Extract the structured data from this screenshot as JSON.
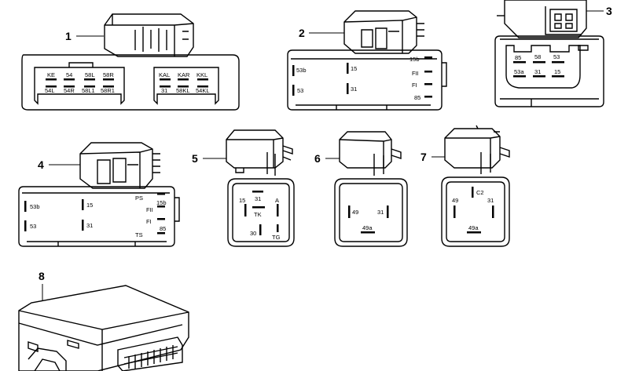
{
  "parts": [
    {
      "number": "1",
      "pins_left": [
        "KE",
        "54",
        "58L",
        "58R",
        "54L",
        "54R",
        "58L1",
        "58R1"
      ],
      "pins_right": [
        "KAL",
        "KAR",
        "KKL",
        "31",
        "58KL",
        "54KL"
      ]
    },
    {
      "number": "2",
      "pins": [
        "53b",
        "53",
        "15",
        "31",
        "15b",
        "FII",
        "FI",
        "85"
      ]
    },
    {
      "number": "3",
      "pins": [
        "85",
        "58",
        "53",
        "53a",
        "31",
        "15"
      ]
    },
    {
      "number": "4",
      "pins": [
        "53b",
        "53",
        "15",
        "31",
        "PS",
        "15b",
        "FII",
        "FI",
        "TS",
        "85"
      ]
    },
    {
      "number": "5",
      "pins": [
        "15",
        "31",
        "A",
        "TK",
        "30",
        "TG"
      ]
    },
    {
      "number": "6",
      "pins": [
        "49",
        "31",
        "49a"
      ]
    },
    {
      "number": "7",
      "pins": [
        "C2",
        "49",
        "31",
        "49a"
      ]
    },
    {
      "number": "8"
    }
  ]
}
